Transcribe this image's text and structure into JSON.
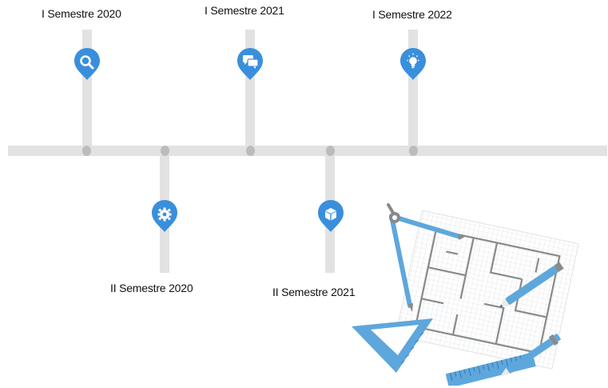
{
  "timeline": {
    "top_events": [
      {
        "label": "I Semestre 2020",
        "icon": "search-icon"
      },
      {
        "label": "I Semestre 2021",
        "icon": "chat-icon"
      },
      {
        "label": "I Semestre 2022",
        "icon": "lightbulb-icon"
      }
    ],
    "bottom_events": [
      {
        "label": "II Semestre 2020",
        "icon": "gear-icon"
      },
      {
        "label": "II Semestre 2021",
        "icon": "box-icon"
      }
    ]
  },
  "colors": {
    "marker": "#3a8fdc",
    "track": "#e2e2e2",
    "dot": "#bcbcbc",
    "illustration_blue": "#6bb0e0",
    "illustration_gray": "#8a8a8a"
  },
  "illustration": {
    "icon": "blueprint-tools-illustration"
  }
}
